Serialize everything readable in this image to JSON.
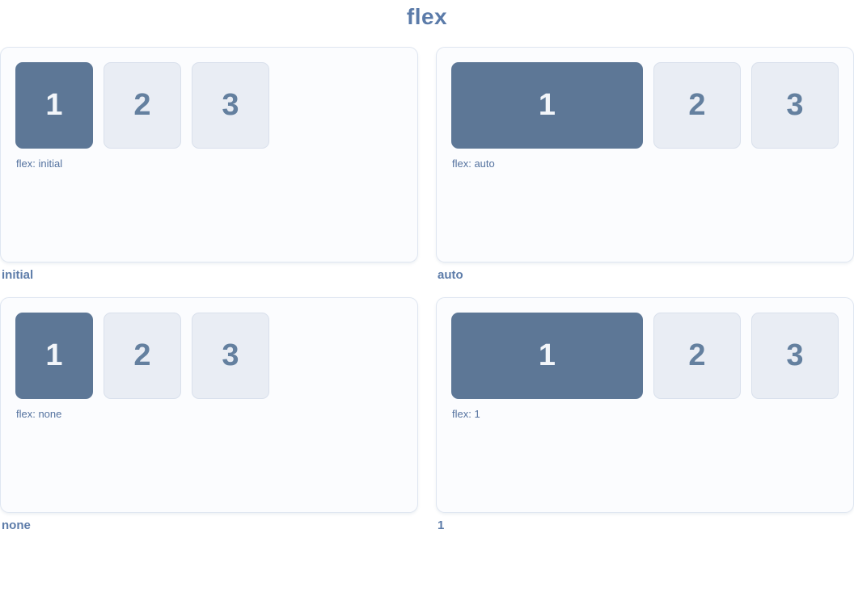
{
  "title": "flex",
  "colors": {
    "title_text": "#5b7ba9",
    "caption_text": "#5d7ca9",
    "flex_label_text": "#54729f",
    "box_primary_bg": "#5d7796",
    "box_primary_text": "#f3f6fa",
    "box_light_bg": "#e9edf4",
    "box_light_border": "#d9e0ec",
    "box_light_text": "#64809f",
    "panel_bg": "#fbfcfe",
    "panel_border": "#dfe6f1",
    "page_bg": "#ffffff"
  },
  "panels": [
    {
      "caption": "initial",
      "flex_label": "flex: initial",
      "box1_flexed": false,
      "boxes": [
        "1",
        "2",
        "3"
      ]
    },
    {
      "caption": "auto",
      "flex_label": "flex: auto",
      "box1_flexed": true,
      "boxes": [
        "1",
        "2",
        "3"
      ]
    },
    {
      "caption": "none",
      "flex_label": "flex: none",
      "box1_flexed": false,
      "boxes": [
        "1",
        "2",
        "3"
      ]
    },
    {
      "caption": "1",
      "flex_label": "flex: 1",
      "box1_flexed": true,
      "boxes": [
        "1",
        "2",
        "3"
      ]
    }
  ]
}
